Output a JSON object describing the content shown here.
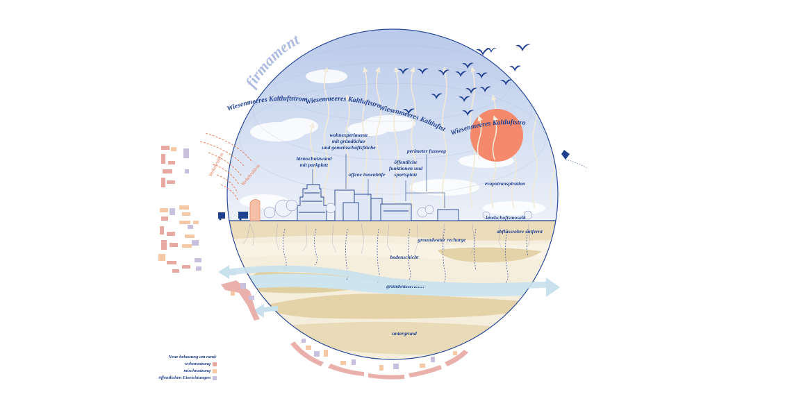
{
  "title": "firmament",
  "air_streams": [
    "Wiesenmeeres Kaltluftstrom",
    "Wiesenmeeres Kaltluftstrom",
    "Wiesenmeeres Kaltluftstrom",
    "Wiesenmeeres Kaltluftstrom"
  ],
  "labels": {
    "wohnexperimente_1": "wohnexperimente",
    "wohnexperimente_2": "mit gründächer",
    "wohnexperimente_3": "und gemeinschaftsfläche",
    "laermschutz_1": "lärmschutzwand",
    "laermschutz_2": "mit parkplatz",
    "innenhoefe": "offene innenhöfe",
    "perimeter": "perimeter fussweg",
    "funktionen_1": "öffentliche",
    "funktionen_2": "funktionen und",
    "funktionen_3": "sportsplatz",
    "evapo": "evapotranspiration",
    "landschaftsmosaik": "landschaftsmosaik",
    "abflussrohre": "abflussrohre entfernt",
    "recharge": "groundwater recharge",
    "bodenschicht": "bodenschicht",
    "grundwasserleiter": "grundwasserleiter",
    "untergrund": "untergrund",
    "noise_1": "Verkehrslärm",
    "noise_2": "Verkehrslärm"
  },
  "legend": {
    "title": "Neue bebauung am rand:",
    "items": [
      {
        "label": "wohnnutzung",
        "color": "#e8a9a3"
      },
      {
        "label": "mischnutzung",
        "color": "#f5c9a6"
      },
      {
        "label": "öffentlichen Einrichtungen",
        "color": "#c8c0dc"
      }
    ]
  },
  "colors": {
    "sky": "#c8d6ee",
    "sun": "#f4896b",
    "ground_light": "#f5ecd8",
    "ground_dark": "#e4d5ae",
    "aquifer": "#cfe6ee",
    "ink": "#1f3f8f",
    "noise": "#e8734a"
  }
}
